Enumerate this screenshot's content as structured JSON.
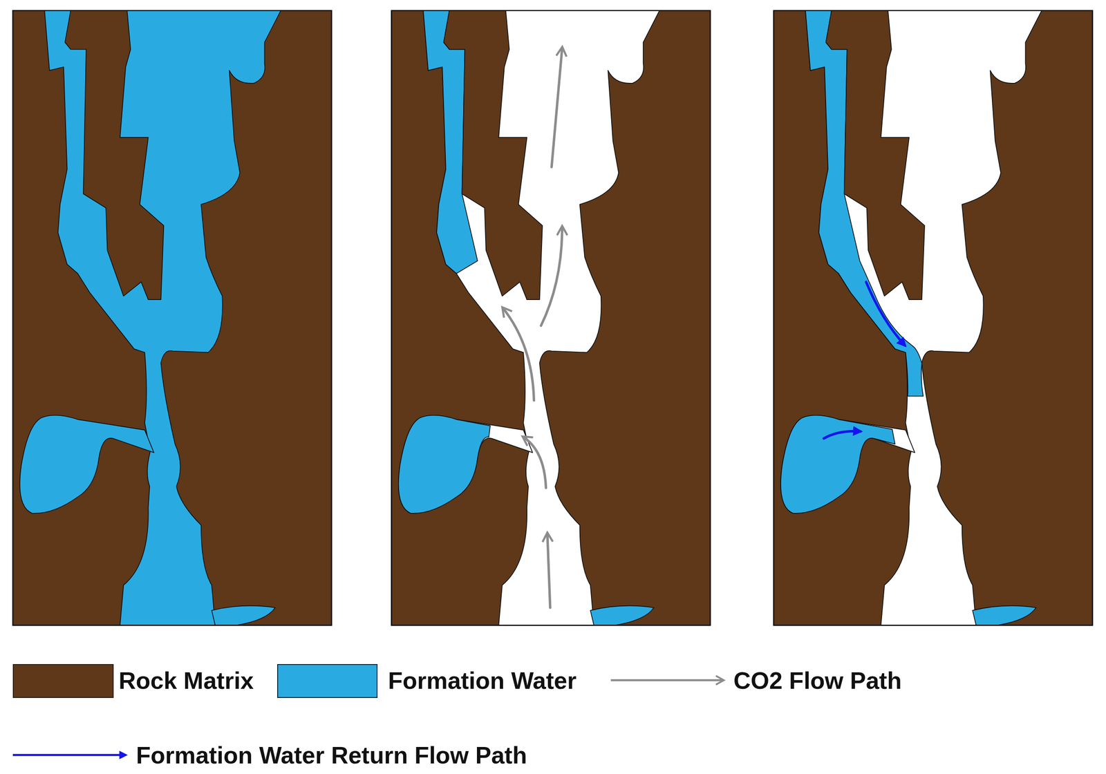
{
  "diagram": {
    "legend": [
      {
        "text": "Rock Matrix",
        "color": "#5E3818"
      },
      {
        "text": "Formation Water",
        "color": "#29ABE2"
      },
      {
        "text": "CO2 Flow Path"
      },
      {
        "text": "Formation Water Return Flow Path"
      }
    ]
  }
}
